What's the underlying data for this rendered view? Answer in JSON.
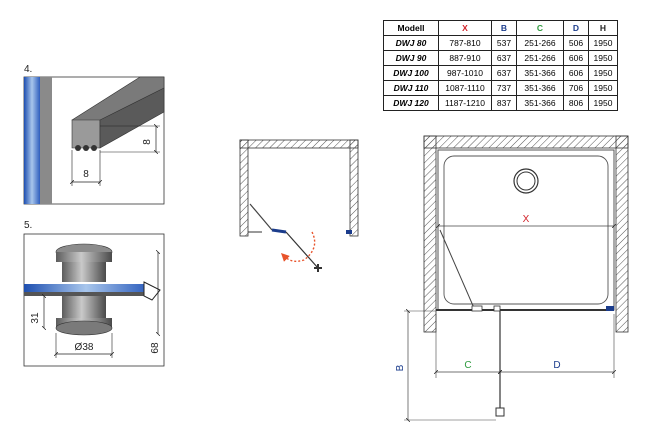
{
  "table": {
    "headers": [
      {
        "label": "Modell",
        "color": "#222222"
      },
      {
        "label": "X",
        "color": "#d2232a"
      },
      {
        "label": "B",
        "color": "#1b3c8c"
      },
      {
        "label": "C",
        "color": "#2e9a3e"
      },
      {
        "label": "D",
        "color": "#1b3c8c"
      },
      {
        "label": "H",
        "color": "#222222"
      }
    ],
    "rows": [
      [
        "DWJ 80",
        "787-810",
        "537",
        "251-266",
        "506",
        "1950"
      ],
      [
        "DWJ 90",
        "887-910",
        "637",
        "251-266",
        "606",
        "1950"
      ],
      [
        "DWJ 100",
        "987-1010",
        "637",
        "351-366",
        "606",
        "1950"
      ],
      [
        "DWJ 110",
        "1087-1110",
        "737",
        "351-366",
        "706",
        "1950"
      ],
      [
        "DWJ 120",
        "1187-1210",
        "837",
        "351-366",
        "806",
        "1950"
      ]
    ]
  },
  "step4": {
    "number": "4.",
    "dim_height": "8",
    "dim_width": "8"
  },
  "step5": {
    "number": "5.",
    "dim_31": "31",
    "dim_diameter": "Ø38",
    "dim_68": "68"
  },
  "plan": {
    "label_x": "X",
    "label_b": "B",
    "label_c": "C",
    "label_d": "D"
  },
  "colors": {
    "x": "#d2232a",
    "b": "#1b3c8c",
    "c": "#2e9a3e",
    "d": "#1b3c8c",
    "arrow": "#e8532b"
  }
}
